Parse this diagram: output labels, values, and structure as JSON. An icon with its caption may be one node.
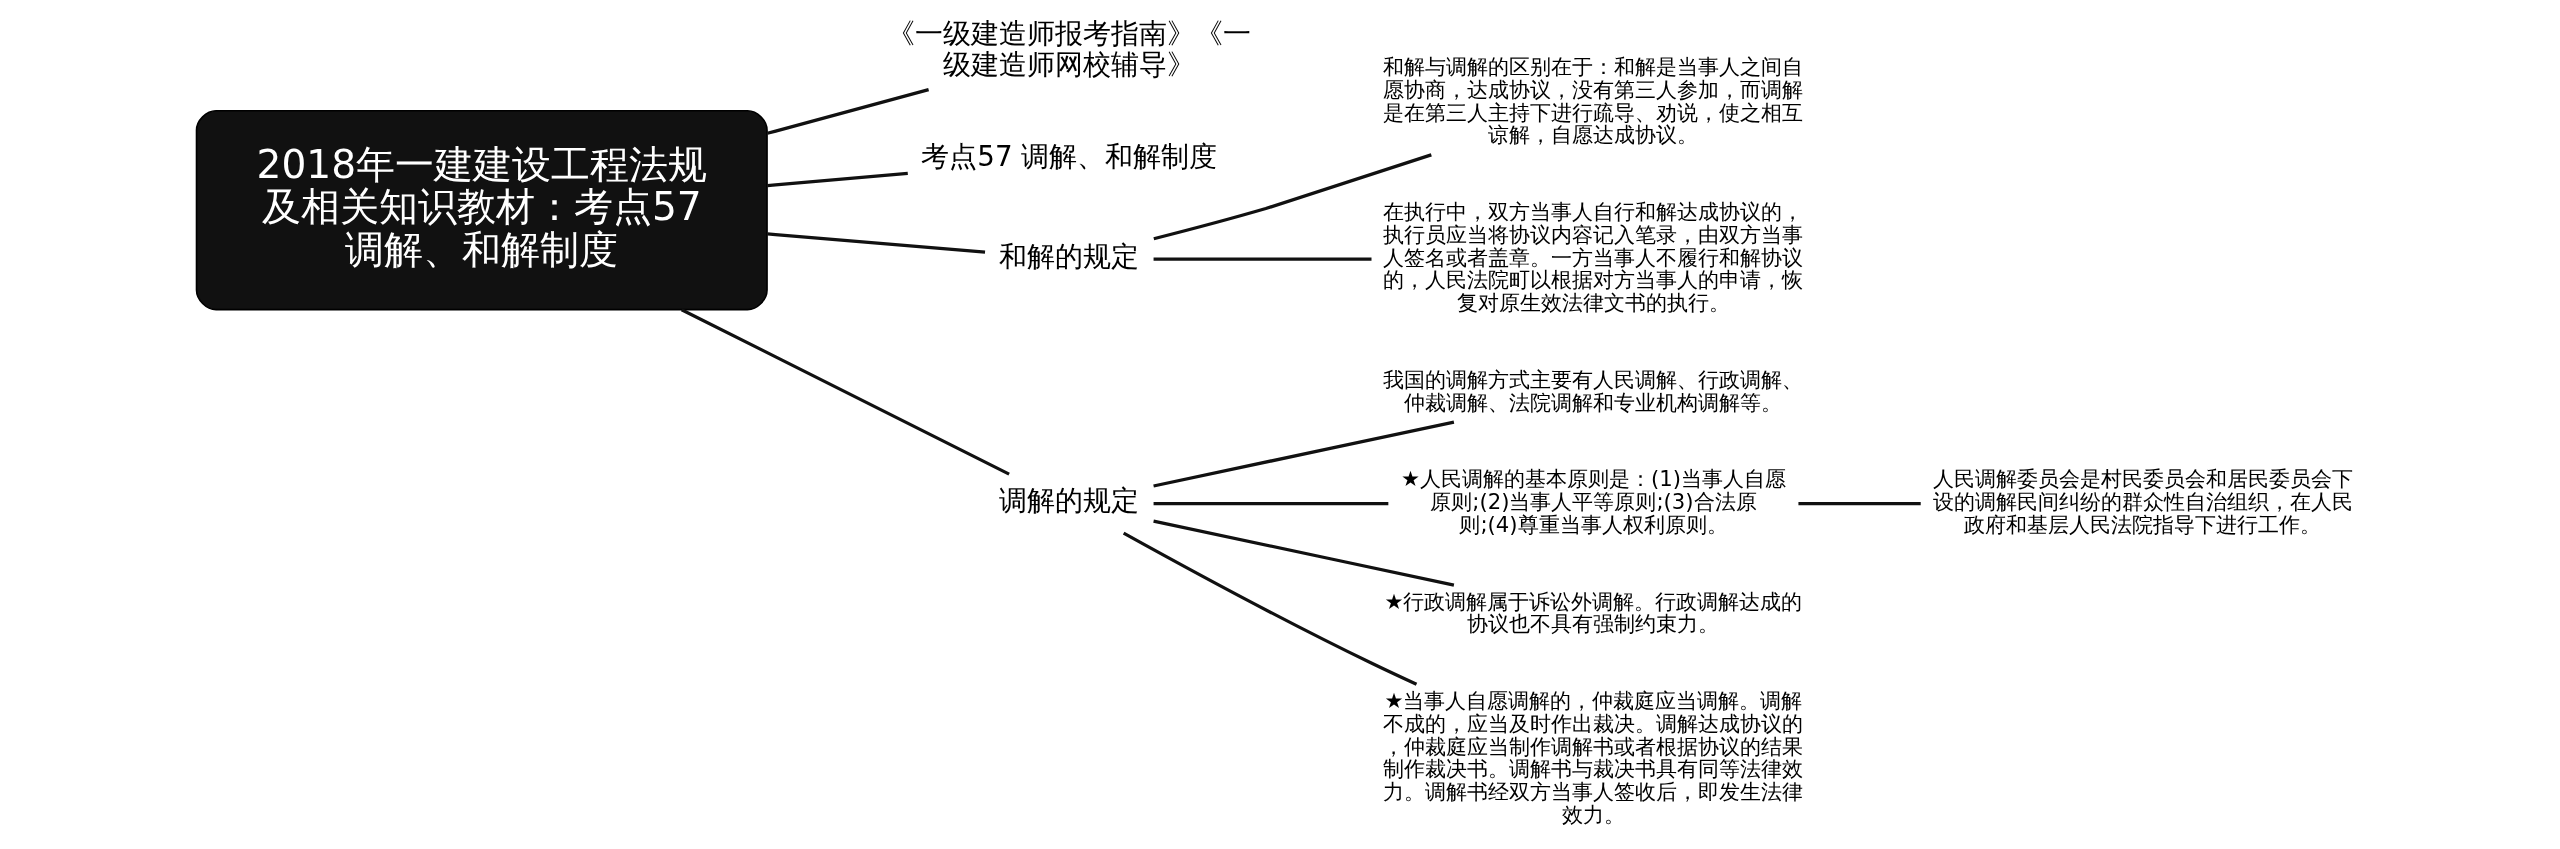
{
  "diagram": {
    "nodes": [
      {
        "text": [
          "2018年一建建设工程法规及相关知识教材：考点57 调解、和解制度"
        ]
      },
      {
        "text": [
          "《一级建造师报考指南》《一级建造师网校辅导》"
        ]
      },
      {
        "text": [
          "考点57 调解、和解制度"
        ]
      },
      {
        "text": [
          "和解的规定"
        ]
      },
      {
        "text": [
          "和解与调解的区别在于：和解是当事人之间自愿协商，达成协议，没有第三人参加，而调解是在第三人主持下进行疏导、劝说，使之相互谅解，自愿达成协议。"
        ]
      },
      {
        "text": [
          "在执行中，双方当事人自行和解达成协议的，执行员应当将协议内容记入笔录，由双方当事人签名或者盖章。一方当事人不履行和解协议的，人民法院町以根据对方当事人的申请，恢复对原生效法律文书的执行。"
        ]
      },
      {
        "text": [
          "调解的规定"
        ]
      },
      {
        "text": [
          "我国的调解方式主要有人民调解、行政调解、仲裁调解、法院调解和专业机构调解等。"
        ]
      },
      {
        "text": [
          "★人民调解的基本原则是：(1)当事人自愿原则;(2)当事人平等原则;(3)合法原则;(4)尊重当事人权利原则。"
        ]
      },
      {
        "text": [
          "人民调解委员会是村民委员会和居民委员会下设的调解民间纠纷的群众性自治组织，在人民政府和基层人民法院指导下进行工作。"
        ]
      },
      {
        "text": [
          "★行政调解属于诉讼外调解。行政调解达成的协议也不具有强制约束力。"
        ]
      },
      {
        "text": [
          "★当事人自愿调解的，仲裁庭应当调解。调解不成的，应当及时作出裁决。调解达成协议的，仲裁庭应当制作调解书或者根据协议的结果制作裁决书。调解书与裁决书具有同等法律效力。调解书经双方当事人签收后，即发生法律效力。"
        ]
      }
    ],
    "edges": [
      {
        "from": 0,
        "to": 1,
        "arrow": "none"
      },
      {
        "from": 0,
        "to": 2,
        "arrow": "none"
      },
      {
        "from": 0,
        "to": 3,
        "arrow": "none"
      },
      {
        "from": 3,
        "to": 4,
        "arrow": "none"
      },
      {
        "from": 3,
        "to": 5,
        "arrow": "none"
      },
      {
        "from": 0,
        "to": 6,
        "arrow": "none"
      },
      {
        "from": 6,
        "to": 7,
        "arrow": "none"
      },
      {
        "from": 6,
        "to": 8,
        "arrow": "none"
      },
      {
        "from": 8,
        "to": 9,
        "arrow": "none"
      },
      {
        "from": 6,
        "to": 10,
        "arrow": "none"
      },
      {
        "from": 6,
        "to": 11,
        "arrow": "none"
      }
    ]
  }
}
